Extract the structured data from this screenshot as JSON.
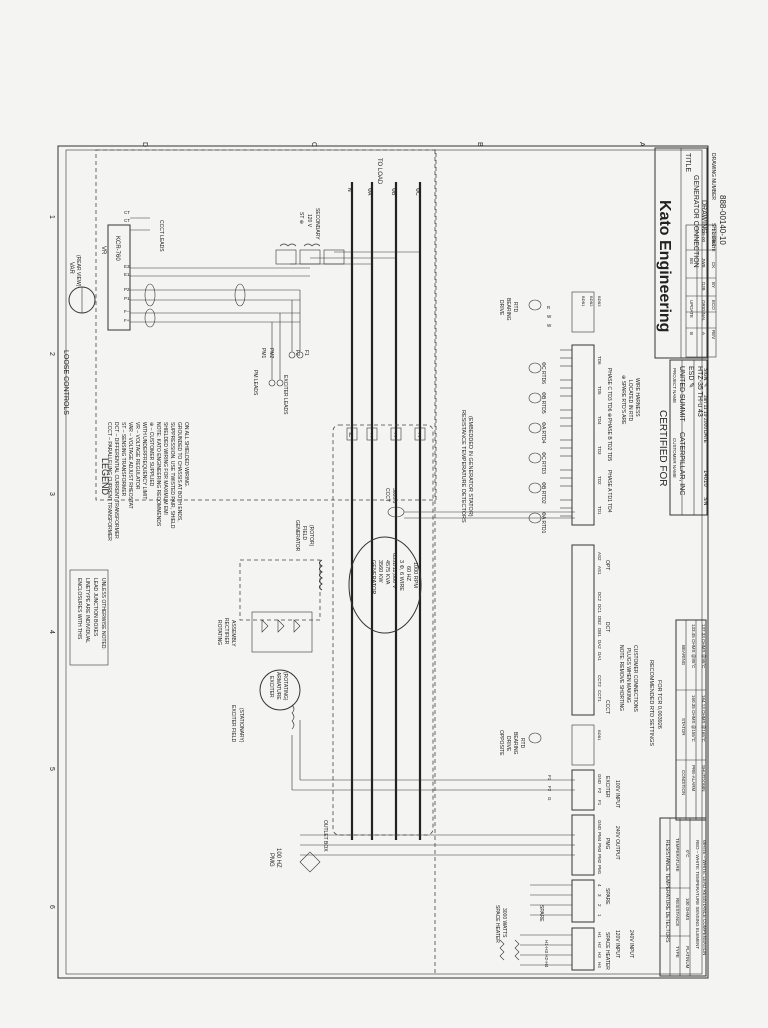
{
  "logo_text": "Kato Engineering",
  "title_block": {
    "title_label": "TITLE",
    "title_line1": "GENERATOR CONNECTION",
    "title_line2": "DRAWING",
    "drawing_number_label": "DRAWING NUMBER",
    "sheet_info": "SH 1 OF 1",
    "drawing_number": "888-00140-10",
    "rev_columns": [
      "REV",
      "ECO",
      "BY",
      "CK",
      "DATE"
    ],
    "rev_rows": [
      [
        "A",
        "ORIGINAL",
        "DJB",
        "JWB",
        "2-28-00"
      ],
      [
        "B",
        "UPDATE",
        "BS",
        "",
        "2-9-00"
      ]
    ]
  },
  "certified": {
    "heading": "CERTIFIED FOR",
    "customer_label": "CUSTOMER NAME",
    "customer": "CATERPILLAR, INC",
    "project_label": "PROJECT NAME",
    "project": "UNITED SUMMIT",
    "project2": "ESD ✎",
    "model": "HTZ-35 TH-u 43",
    "sn_label": "S/N",
    "sn": "14010",
    "date_label": "DATE",
    "date": "Jan 11 19 2000",
    "sign_label": "SIGN. ✎"
  },
  "legend": {
    "heading": "LEGEND",
    "items": [
      "CCCT – PARALLELING CURRENT TRANSFORMER",
      "DCT – DIFFERENTIAL CURRENT TRANSFORMER",
      "ST – SENSING TRANSFORMER",
      "VAR – VOLTAGE ADJUST RHEOSTAT",
      "VR – VOLTAGE REGULATOR",
      "     WITH UNDERFREQUENCY LIMIT",
      "⊕ – CUSTOMER SUPPLIED",
      "NOTE: KATO ENGINEERING RECOMMENDS",
      "SHIELDED WIRING FOR MAXIMUM EMI",
      "SUPPRESSION. USE TWISTED PAIR, SHIELD",
      "GROUNDED TO CHASSIS AT BOTH ENDS,",
      "ON ALL SHIELDED WIRING."
    ]
  },
  "enclosure_note": [
    "ENCLOSURES WITH THIS",
    "LINETYPE ARE INDIVIDUAL",
    "LEAD JUNCTION BOXES",
    "UNLESS OTHERWISE NOTED."
  ],
  "loose_controls": "LOOSE CONTROLS",
  "var": {
    "label": "VAR",
    "sub": "(REAR VIEW)"
  },
  "vr": {
    "label": "VR",
    "model": "KCR-760"
  },
  "vr_terminals": [
    "F+",
    "F–",
    "P1",
    "P2",
    "E1",
    "E3",
    "CT",
    "CT"
  ],
  "cct_leads": "CCCT LEADS",
  "st": {
    "label": "ST ⊕",
    "line2": "120 V",
    "line3": "SECONDARY"
  },
  "to_load": "TO LOAD",
  "phase_leads": [
    "N",
    "ΦA",
    "ΦB",
    "ΦC"
  ],
  "pm_leads": "PM LEADS",
  "exciter_leads": "EXCITER LEADS",
  "lead_tags": [
    "PM1",
    "PM2",
    "F2",
    "F1"
  ],
  "generator": {
    "line1": "GENERATOR",
    "line2": "3560 KW",
    "line3": "4575 KVA",
    "line4": "6351/11,000 V",
    "line5": "3 Φ, 6 WIRE",
    "line6": "60 HZ",
    "line7": "1000 RPM"
  },
  "gen_terminals": [
    "N",
    "1",
    "3",
    "2"
  ],
  "gen_field": {
    "line1": "GENERATOR",
    "line2": "FIELD",
    "line3": "(ROTOR)"
  },
  "rotating_rectifier": {
    "line1": "ROTATING",
    "line2": "RECTIFIER",
    "line3": "ASSEMBLY"
  },
  "exciter_armature": {
    "line1": "EXCITER",
    "line2": "ARMATURE",
    "line3": "(ROTATING)"
  },
  "exciter_field": {
    "line1": "EXCITER FIELD",
    "line2": "(STATIONARY)"
  },
  "outlet_box": "OUTLET BOX",
  "ct_labels": {
    "cct": "CCCT",
    "dct": "DCT",
    "ratio": "3600:5"
  },
  "pmg": {
    "label": "PMG",
    "freq": "100 HZ"
  },
  "rtd_detectors": {
    "heading": "RESISTANCE TEMPERATURE DETECTORS",
    "sub": "(EMBEDDED IN GENERATOR STATOR)",
    "rtds": [
      "ΦA RTD1",
      "ΦB RTD2",
      "ΦC RTD3",
      "ΦA RTD4",
      "ΦB RTD5",
      "ΦC RTD6"
    ],
    "terminals": [
      "TD1",
      "TD2",
      "TD3",
      "TD4",
      "TD5",
      "TD6"
    ],
    "phase_a": "PHASE A  TD1  TD4",
    "phase_b": "PHASE B  TD2  TD5",
    "phase_c": "PHASE C  TD3  TD6 ⊕",
    "spare_note": [
      "⊕ SPARE RTD'S ARE",
      "LOCATED IN RTD",
      "WIRE HARNESS"
    ]
  },
  "drive_bearing": {
    "line1": "DRIVE",
    "line2": "BEARING",
    "line3": "RTD"
  },
  "opp_bearing": {
    "line1": "OPPOSITE",
    "line2": "DRIVE",
    "line3": "BEARING",
    "line4": "RTD"
  },
  "bearing_terminals": [
    "BDB1",
    "BDB2",
    "BDB3"
  ],
  "cct_box": {
    "label": "CCCT",
    "terms": [
      "CCT1",
      "CCT2"
    ]
  },
  "dct_box": {
    "label": "DCT",
    "terms": [
      "DA1",
      "DA2",
      "DB1",
      "DB2",
      "DC1",
      "DC2"
    ]
  },
  "opt_box": {
    "label": "OPT",
    "terms": [
      "AS1",
      "AS2"
    ]
  },
  "shorting_note": [
    "NOTE: REMOVE SHORTING",
    "PLUGS WHEN MAKING",
    "CUSTOMER CONNECTIONS"
  ],
  "exciter_box": {
    "label": "EXCITER",
    "terms": [
      "F1",
      "F2",
      "GND"
    ],
    "input": "100V INPUT",
    "wires": [
      "F1",
      "F2",
      "G"
    ]
  },
  "pmg_box": {
    "label": "PMG",
    "terms": [
      "PM1",
      "PM2",
      "PM3",
      "PM4",
      "GND"
    ],
    "output": "240V OUTPUT"
  },
  "spare_box": {
    "label": "SPARE",
    "terms": [
      "1",
      "2",
      "3",
      "4"
    ]
  },
  "heater_box": {
    "label": "SPACE HEATER",
    "terms": [
      "H1",
      "H2",
      "H3",
      "H4"
    ],
    "input1": "120V INPUT",
    "input2": "240V INPUT"
  },
  "space_heater": {
    "line1": "SPACE HEATER",
    "line2": "3000 WATTS",
    "leads": "H1-H3  H2-H4"
  },
  "rtd_settings": {
    "heading": "RECOMMENDED RTD SETTINGS",
    "sub": "FOR TCR 0,003926",
    "columns": [
      "CONDITION",
      "STATOR",
      "BEARING"
    ],
    "rows": [
      [
        "PRE-ALARM",
        "160.35 OHMS @155°C",
        "133.45 OHMS @85°C"
      ],
      [
        "SHUTDOWN",
        "164.13 OHMS @165°C",
        "137.33 OHMS @95°C"
      ]
    ]
  },
  "rtd_table": {
    "heading": "RESISTANCE TEMPERATURE DETECTORS",
    "columns": [
      "TYPE",
      "RESISTANCE",
      "TEMPERATURE"
    ],
    "row": [
      "PLATINUM",
      "100 OHMS",
      "0°C"
    ],
    "notes": [
      "RED – WHITE: TEMPERATURE SENSING ELEMENT",
      "WHITE – WHITE: LEAD RESISTANCE COMPENSATION"
    ]
  },
  "wire_colors": [
    "R",
    "W",
    "W"
  ],
  "zone_letters": [
    "D",
    "C",
    "B",
    "A"
  ],
  "zone_numbers": [
    "1",
    "2",
    "3",
    "4",
    "5",
    "6"
  ]
}
